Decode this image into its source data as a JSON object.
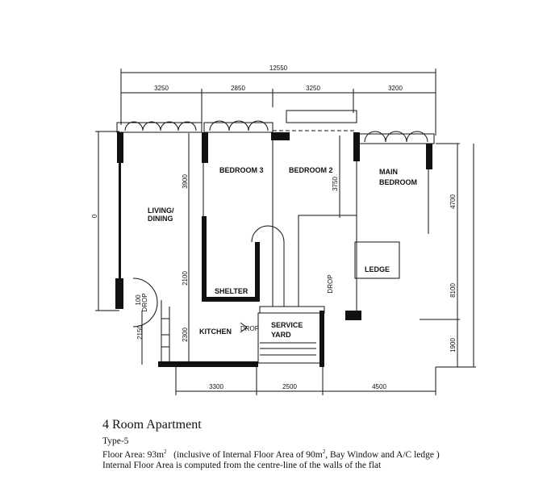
{
  "plan": {
    "dimensions_top": {
      "overall": "12550",
      "segments": [
        "3250",
        "2850",
        "3250",
        "3200"
      ]
    },
    "dimensions_bottom": [
      "3300",
      "2500",
      "4500"
    ],
    "dimensions_right": [
      "4700",
      "8100",
      "1900"
    ],
    "dimensions_left": [
      "0",
      "100",
      "2150"
    ],
    "dimensions_inner": [
      "3900",
      "2100",
      "2300",
      "3750"
    ],
    "rooms": {
      "living": [
        "LIVING/",
        "DINING"
      ],
      "bedroom3": "BEDROOM 3",
      "bedroom2": "BEDROOM 2",
      "main_bedroom": [
        "MAIN",
        "BEDROOM"
      ],
      "shelter": "SHELTER",
      "kitchen": "KITCHEN",
      "service_yard": [
        "SERVICE",
        "YARD"
      ],
      "ledge": "LEDGE",
      "drop": "DROP"
    }
  },
  "caption": {
    "title": "4 Room Apartment",
    "type": "Type-5",
    "floor_area_label": "Floor Area: 93m",
    "floor_area_sup": "2",
    "floor_area_note_a": "(inclusive of Internal Floor Area of 90m",
    "floor_area_note_sup": "2",
    "floor_area_note_b": ", Bay Window and A/C ledge )",
    "note": "Internal Floor Area is computed from the centre-line of the walls of the flat"
  }
}
